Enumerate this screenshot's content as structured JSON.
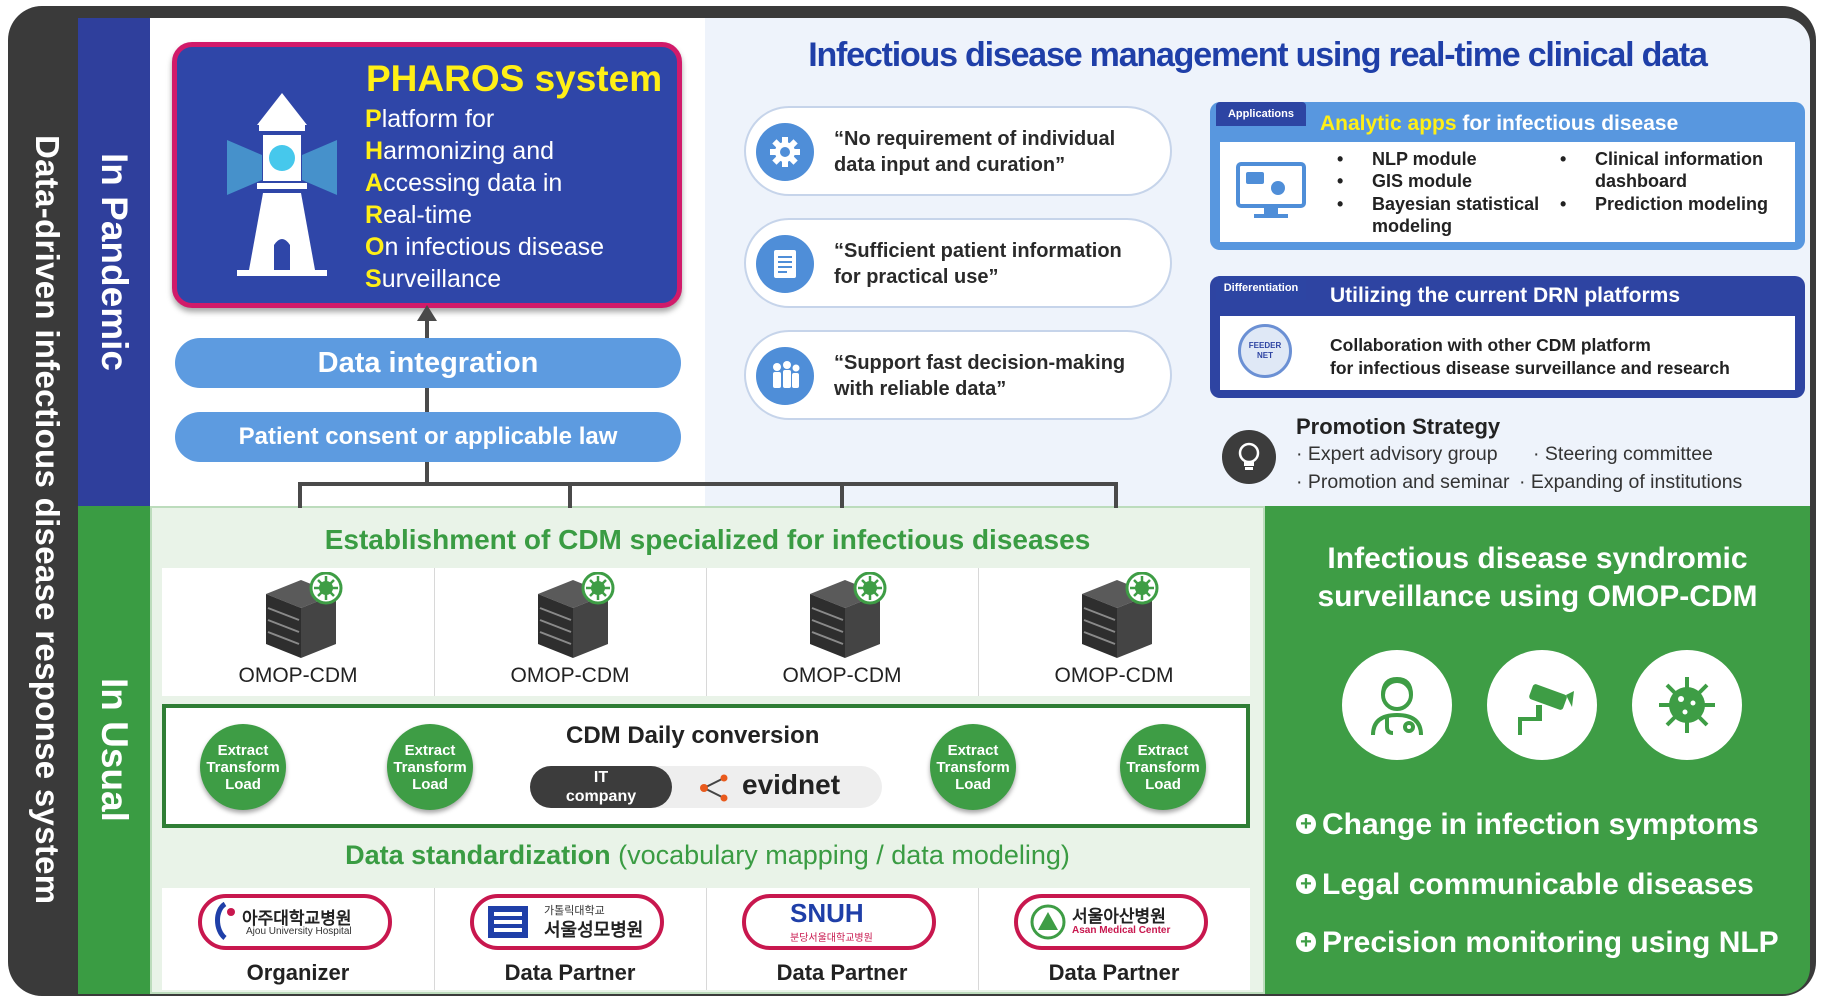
{
  "side_title": "Data-driven infectious disease response system",
  "band_top": "In Pandemic",
  "band_bottom": "In Usual",
  "pharos": {
    "title": "PHAROS system",
    "lines": [
      {
        "initial": "P",
        "rest": "latform for"
      },
      {
        "initial": "H",
        "rest": "armonizing and"
      },
      {
        "initial": "A",
        "rest": "ccessing data in"
      },
      {
        "initial": "R",
        "rest": "eal-time"
      },
      {
        "initial": "O",
        "rest": "n infectious disease"
      },
      {
        "initial": "S",
        "rest": "urveillance"
      }
    ]
  },
  "data_integration": "Data integration",
  "patient_consent": "Patient consent or applicable law",
  "main_title": "Infectious disease management using real-time clinical data",
  "quotes": [
    {
      "icon": "gear-icon",
      "line1": "“No requirement of individual",
      "line2": "data input and curation”"
    },
    {
      "icon": "document-icon",
      "line1": "“Sufficient patient information",
      "line2": "for practical use”"
    },
    {
      "icon": "team-icon",
      "line1": "“Support fast decision-making",
      "line2": "with reliable data”"
    }
  ],
  "apps": {
    "tag": "Applications",
    "header_highlight": "Analytic apps",
    "header_rest": " for infectious disease",
    "items_left": [
      "NLP module",
      "GIS module",
      "Bayesian statistical\nmodeling"
    ],
    "items_right": [
      "Clinical information\ndashboard",
      "Prediction modeling"
    ]
  },
  "drn": {
    "tag": "Differentiation",
    "header": "Utilizing the current DRN platforms",
    "logo_text": "FEEDER NET",
    "line1": "Collaboration with other CDM platform",
    "line2": "for infectious disease surveillance and research"
  },
  "promotion": {
    "title": "Promotion Strategy",
    "items": [
      "· Expert advisory group",
      "· Steering committee",
      "· Promotion and seminar",
      "· Expanding of institutions"
    ]
  },
  "cdm_title": "Establishment of CDM specialized for infectious diseases",
  "servers": [
    "OMOP-CDM",
    "OMOP-CDM",
    "OMOP-CDM",
    "OMOP-CDM"
  ],
  "conversion": {
    "title": "CDM Daily conversion",
    "it_company": "IT\ncompany",
    "evidnet": "evidnet",
    "etl": [
      "Extract",
      "Transform",
      "Load"
    ]
  },
  "standardization": {
    "bold": "Data standardization",
    "rest": " (vocabulary mapping / data modeling)"
  },
  "hospitals": [
    {
      "name": "아주대학교병원",
      "sub": "Ajou University Hospital",
      "role": "Organizer"
    },
    {
      "name": "서울성모병원",
      "sub": "가톨릭대학교",
      "role": "Data Partner"
    },
    {
      "name": "SNUH",
      "sub": "분당서울대학교병원",
      "role": "Data Partner"
    },
    {
      "name": "서울아산병원",
      "sub": "Asan Medical Center",
      "role": "Data Partner"
    }
  ],
  "surveillance": {
    "title_line1": "Infectious disease syndromic",
    "title_line2": "surveillance using OMOP-CDM",
    "icons": [
      "doctor-icon",
      "cctv-camera-icon",
      "virus-icon"
    ],
    "points": [
      "Change in infection symptoms",
      "Legal communicable diseases",
      "Precision monitoring using NLP"
    ]
  },
  "colors": {
    "navy": "#2f3f9c",
    "green": "#3e9d45",
    "accent_yellow": "#ffef16",
    "magenta": "#d11a6a",
    "light_blue": "#5d9be0"
  }
}
